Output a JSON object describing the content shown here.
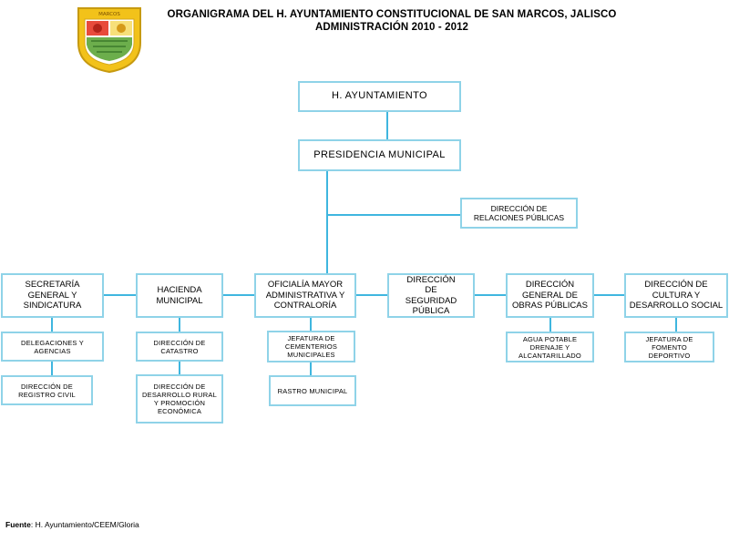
{
  "header": {
    "title_line1": "ORGANIGRAMA DEL H. AYUNTAMIENTO CONSTITUCIONAL DE SAN MARCOS, JALISCO",
    "title_line2": "ADMINISTRACIÓN 2010 - 2012",
    "logo": "coat-of-arms-san-marcos"
  },
  "org": {
    "ayuntamiento": "H. AYUNTAMIENTO",
    "presidencia": "PRESIDENCIA MUNICIPAL",
    "relaciones": "DIRECCIÓN DE RELACIONES PÚBLICAS",
    "departments": [
      {
        "name": "SECRETARÍA GENERAL Y SINDICATURA",
        "children": [
          "DELEGACIONES Y AGENCIAS",
          "DIRECCIÓN DE REGISTRO CIVIL"
        ]
      },
      {
        "name": "HACIENDA MUNICIPAL",
        "children": [
          "DIRECCIÓN DE CATASTRO",
          "DIRECCIÓN DE DESARROLLO RURAL Y PROMOCIÓN ECONÓMICA"
        ]
      },
      {
        "name": "OFICIALÍA MAYOR ADMINISTRATIVA Y CONTRALORÍA",
        "children": [
          "JEFATURA DE CEMENTERIOS MUNICIPALES",
          "RASTRO MUNICIPAL"
        ]
      },
      {
        "name": "DIRECCIÓN DE SEGURIDAD PÚBLICA",
        "children": []
      },
      {
        "name": "DIRECCIÓN GENERAL DE OBRAS PÚBLICAS",
        "children": [
          "AGUA POTABLE DRENAJE Y ALCANTARILLADO"
        ]
      },
      {
        "name": "DIRECCIÓN DE CULTURA Y DESARROLLO SOCIAL",
        "children": [
          "JEFATURA DE FOMENTO DEPORTIVO"
        ]
      }
    ]
  },
  "footer": {
    "source_label": "Fuente",
    "source_text": ": H. Ayuntamiento/CEEM/Gloria"
  },
  "colors": {
    "box_border": "#8fd3e8",
    "connector": "#3fb6df"
  }
}
